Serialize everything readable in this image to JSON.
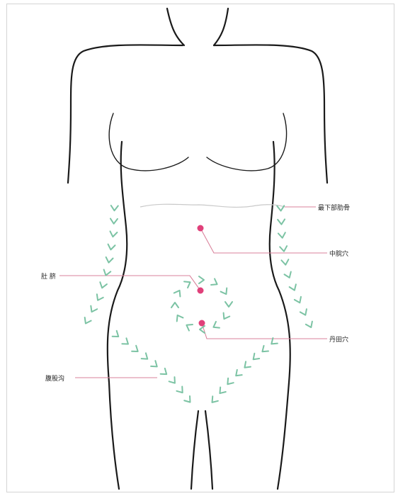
{
  "labels": {
    "lower_rib": "最下部肋骨",
    "zhongwan": "中脘穴",
    "navel": "肚 脐",
    "dantian": "丹田穴",
    "groin": "腹股沟"
  },
  "colors": {
    "outline": "#1a1a1a",
    "arrow": "#7cc3a4",
    "leader_line": "#d9829b",
    "acupoint": "#e0407a",
    "rib_line": "#c9c9c9"
  },
  "icons": {
    "arrow": "chevron-down-icon",
    "acupoint": "dot-icon"
  }
}
